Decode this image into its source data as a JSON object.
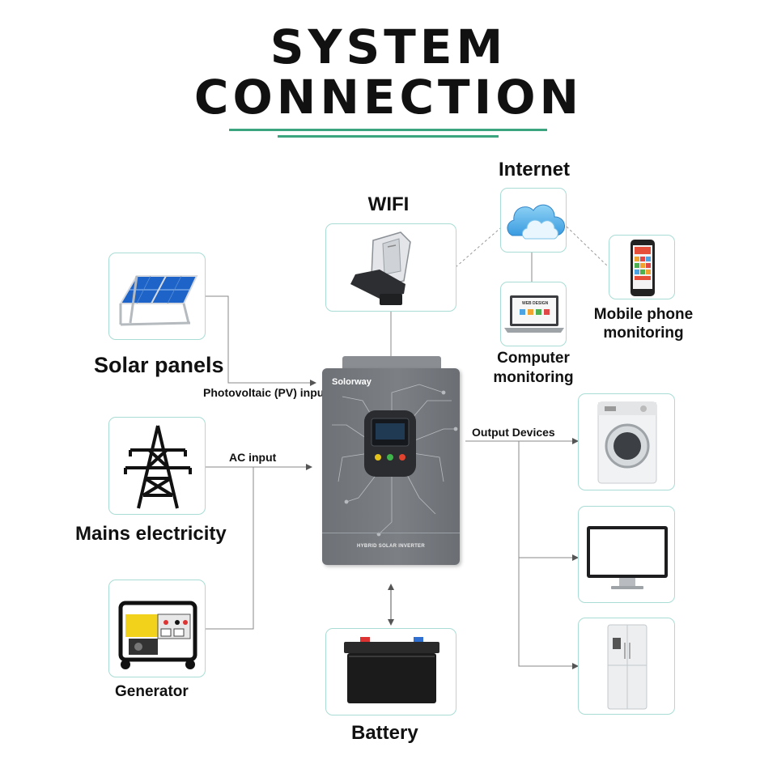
{
  "header": {
    "title_line1": "SYSTEM",
    "title_line2": "CONNECTION"
  },
  "nodes": {
    "internet": "Internet",
    "wifi": "WIFI",
    "mobile": "Mobile phone\nmonitoring",
    "computer": "Computer\nmonitoring",
    "computer_screen_text": "WEB DESIGN",
    "solar": "Solar panels",
    "mains": "Mains electricity",
    "generator": "Generator",
    "battery": "Battery"
  },
  "connections": {
    "pv_input": "Photovoltaic (PV) input",
    "ac_input": "AC input",
    "output_devices": "Output Devices"
  },
  "inverter": {
    "brand": "Solorway",
    "model": "HYBRID SOLAR INVERTER"
  },
  "colors": {
    "accent": "#3aa57f",
    "box_border": "#a9dcd5",
    "inverter_body": "#7c8085",
    "lines": "#7f7f7f"
  }
}
